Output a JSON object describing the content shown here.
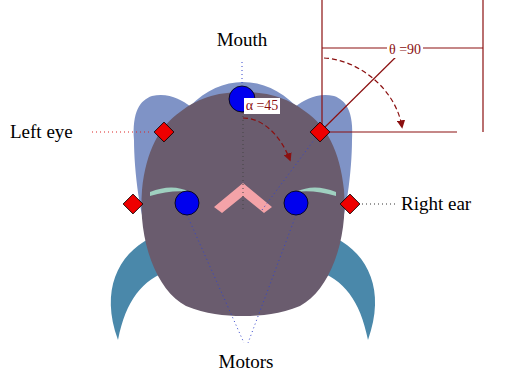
{
  "diagram": {
    "labels": [
      "Mouth",
      "Left eye",
      "Right ear",
      "Motors",
      "θ =90",
      "α =45"
    ]
  }
}
